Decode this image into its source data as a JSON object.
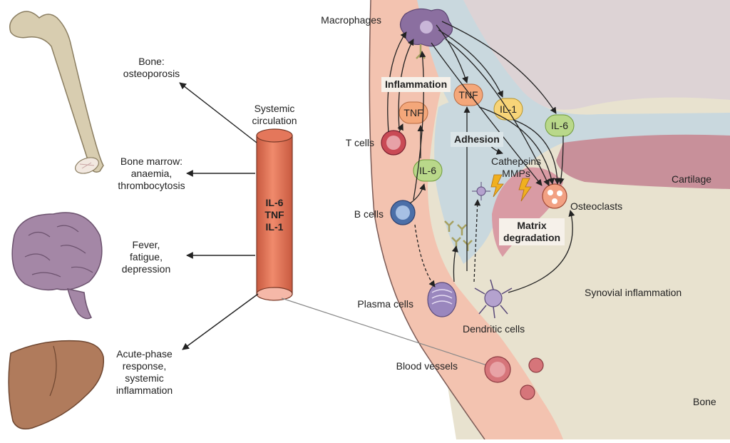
{
  "left_effects": {
    "bone": [
      "Bone:",
      "osteoporosis"
    ],
    "marrow": [
      "Bone marrow:",
      "anaemia,",
      "thrombocytosis"
    ],
    "brain": [
      "Fever,",
      "fatigue,",
      "depression"
    ],
    "liver": [
      "Acute-phase",
      "response,",
      "systemic",
      "inflammation"
    ]
  },
  "circulation": {
    "title": [
      "Systemic",
      "circulation"
    ],
    "cytokines": [
      "IL-6",
      "TNF",
      "IL-1"
    ]
  },
  "cells": {
    "macrophages": "Macrophages",
    "t_cells": "T cells",
    "b_cells": "B cells",
    "plasma_cells": "Plasma cells",
    "blood_vessels": "Blood vessels",
    "dendritic_cells": "Dendritic cells",
    "osteoclasts": "Osteoclasts"
  },
  "processes": {
    "inflammation": "Inflammation",
    "adhesion": "Adhesion",
    "matrix_degradation": [
      "Matrix",
      "degradation"
    ],
    "cathepsins": [
      "Cathepsins",
      "MMPs"
    ]
  },
  "cytokine_pills": {
    "tnf_t": "TNF",
    "tnf_mac": "TNF",
    "il6_b": "IL-6",
    "il1": "IL-1",
    "il6_mac": "IL-6"
  },
  "tissues": {
    "cartilage": "Cartilage",
    "synovial": "Synovial inflammation",
    "bone": "Bone"
  },
  "colors": {
    "bone_beige": "#d8cdb0",
    "brain_purple": "#a487a6",
    "liver_brown": "#b07b5c",
    "vessel_orange": "#e4775b",
    "pink_band": "#f3c3b0",
    "synovium_blue": "#c9d8de",
    "cartilage": "#c8909a",
    "joint_bg": "#e6e0ce",
    "pill_orange": "#f4a77a",
    "pill_green": "#b9d88a",
    "pill_yellow": "#f7d478"
  }
}
